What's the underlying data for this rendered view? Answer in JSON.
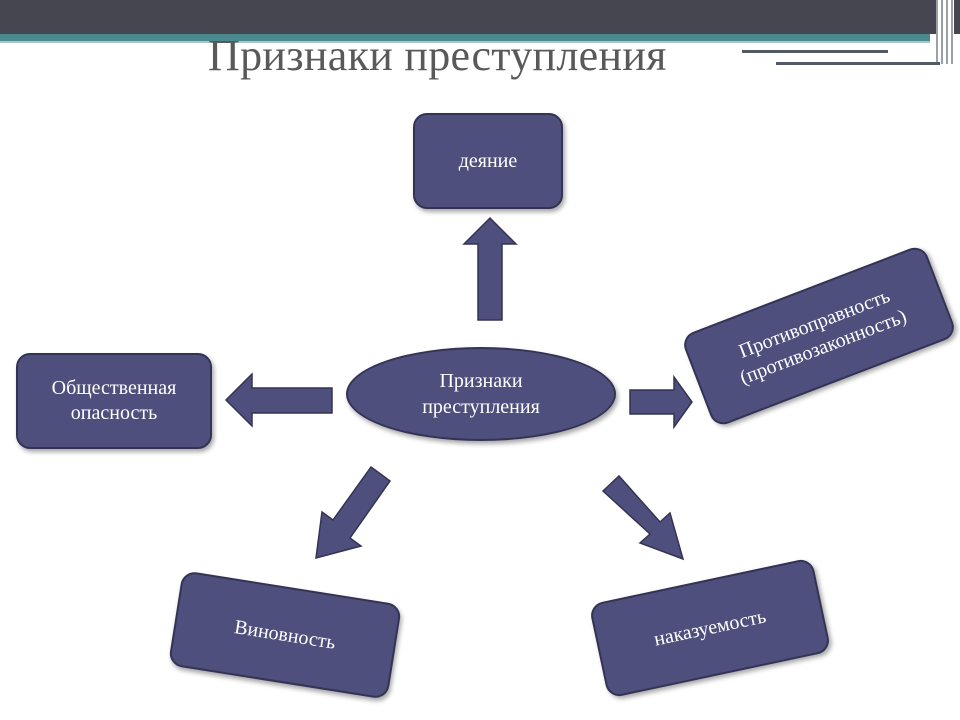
{
  "slide": {
    "title": "Признаки преступления"
  },
  "center": {
    "line1": "Признаки",
    "line2": "преступления"
  },
  "nodes": {
    "deed": "деяние",
    "danger_line1": "Общественная",
    "danger_line2": "опасность",
    "unlawful_line1": "Противоправность",
    "unlawful_line2": "(противозаконность)",
    "guilt": "Виновность",
    "punishability": "наказуемость"
  },
  "colors": {
    "node_fill": "#4f4f7d",
    "node_border": "#333355",
    "text": "#ffffff",
    "title": "#595959",
    "accent_teal": "#4a8a8e",
    "top_bar": "#45464f"
  }
}
